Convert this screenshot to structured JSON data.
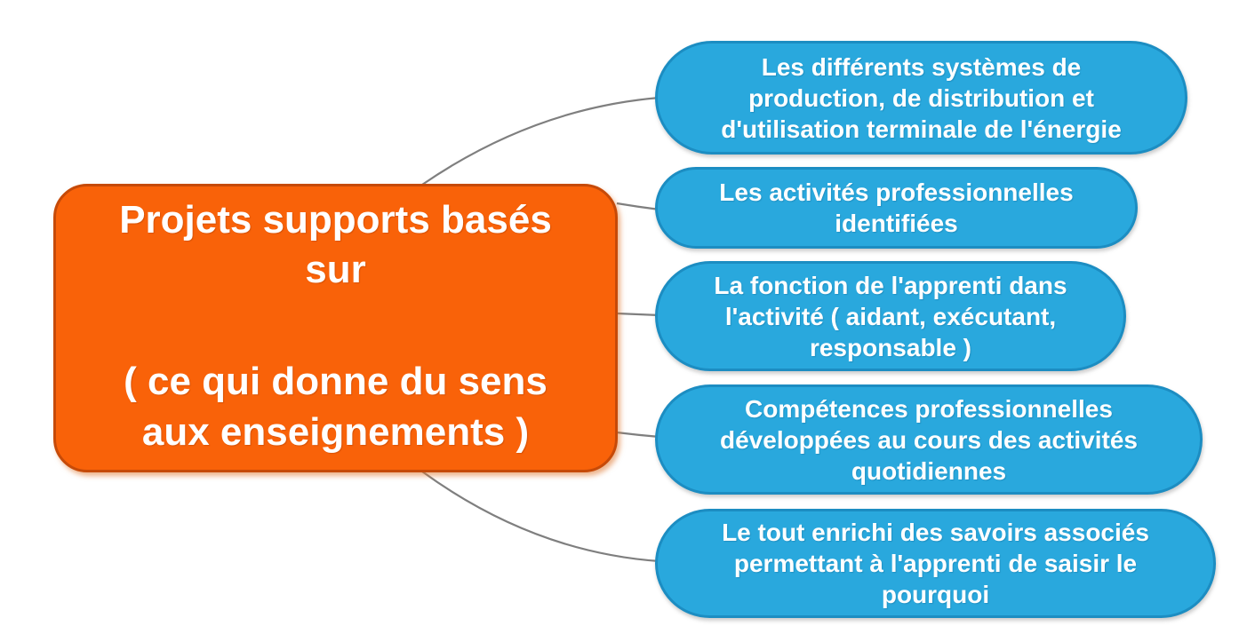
{
  "root_node": {
    "title": "Projets supports basés\nsur",
    "subtitle": "( ce qui donne du sens\naux enseignements )"
  },
  "branch_nodes": [
    {
      "label": "Les différents systèmes de\nproduction, de distribution et\nd'utilisation terminale de l'énergie"
    },
    {
      "label": "Les activités professionnelles\nidentifiées"
    },
    {
      "label": "La fonction de l'apprenti dans\nl'activité ( aidant, exécutant,\nresponsable )"
    },
    {
      "label": "Compétences professionnelles\ndéveloppées au cours des activités\nquotidiennes"
    },
    {
      "label": "Le tout enrichi des savoirs associés\npermettant à l'apprenti de saisir le\npourquoi"
    }
  ],
  "colors": {
    "root_fill": "#f96209",
    "root_border": "#c64a08",
    "branch_fill": "#29a8dd",
    "branch_border": "#1c8dc2",
    "connector": "#7f7f7f",
    "text": "#ffffff"
  }
}
